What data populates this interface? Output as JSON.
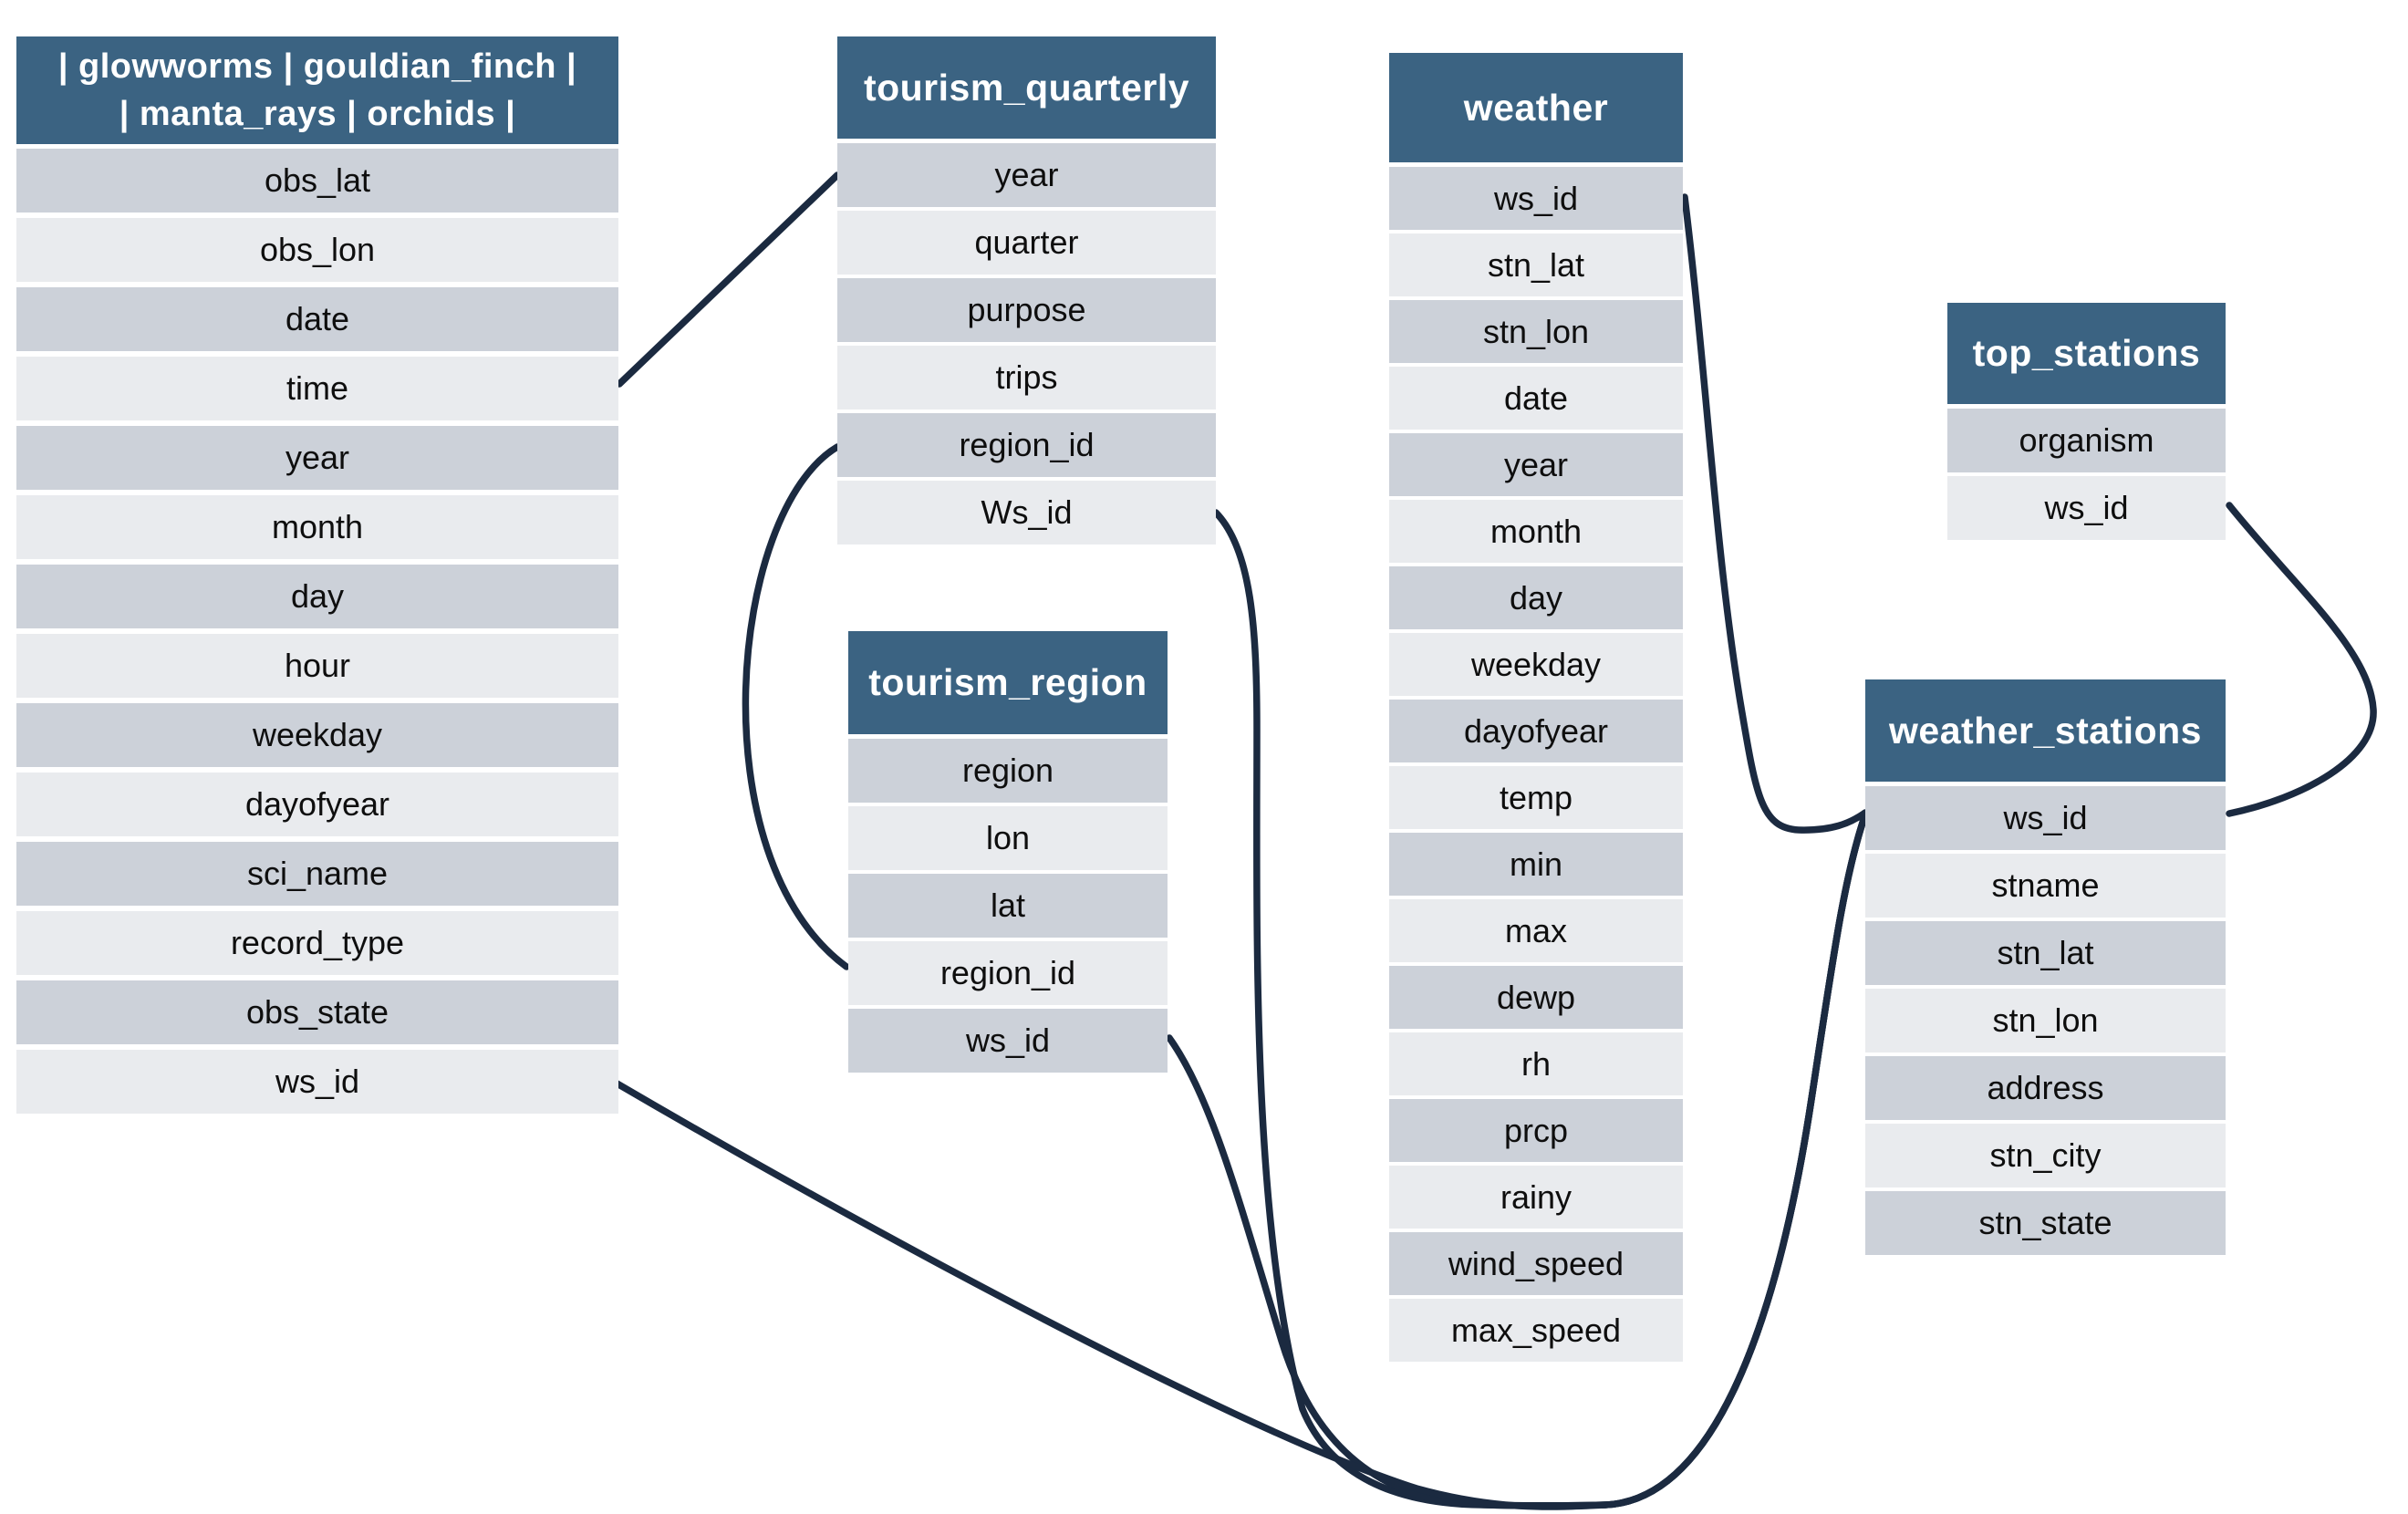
{
  "diagram": {
    "colors": {
      "background": "#ffffff",
      "header_bg": "#3b6382",
      "header_text": "#ffffff",
      "row_dark": "#ccd1d9",
      "row_light": "#e9ebee",
      "connector": "#1b2a40",
      "row_text": "#0e0e0e"
    },
    "tables": [
      {
        "id": "observations",
        "title_lines": [
          "| glowworms | gouldian_finch |",
          "| manta_rays | orchids |"
        ],
        "fields": [
          "obs_lat",
          "obs_lon",
          "date",
          "time",
          "year",
          "month",
          "day",
          "hour",
          "weekday",
          "dayofyear",
          "sci_name",
          "record_type",
          "obs_state",
          "ws_id"
        ]
      },
      {
        "id": "tourism_quarterly",
        "title_lines": [
          "tourism_quarterly"
        ],
        "fields": [
          "year",
          "quarter",
          "purpose",
          "trips",
          "region_id",
          "Ws_id"
        ]
      },
      {
        "id": "tourism_region",
        "title_lines": [
          "tourism_region"
        ],
        "fields": [
          "region",
          "lon",
          "lat",
          "region_id",
          "ws_id"
        ]
      },
      {
        "id": "weather",
        "title_lines": [
          "weather"
        ],
        "fields": [
          "ws_id",
          "stn_lat",
          "stn_lon",
          "date",
          "year",
          "month",
          "day",
          "weekday",
          "dayofyear",
          "temp",
          "min",
          "max",
          "dewp",
          "rh",
          "prcp",
          "rainy",
          "wind_speed",
          "max_speed"
        ]
      },
      {
        "id": "top_stations",
        "title_lines": [
          "top_stations"
        ],
        "fields": [
          "organism",
          "ws_id"
        ]
      },
      {
        "id": "weather_stations",
        "title_lines": [
          "weather_stations"
        ],
        "fields": [
          "ws_id",
          "stname",
          "stn_lat",
          "stn_lon",
          "address",
          "stn_city",
          "stn_state"
        ]
      }
    ],
    "relationships": [
      {
        "from": "observations.time",
        "to": "tourism_quarterly.year"
      },
      {
        "from": "tourism_quarterly.region_id",
        "to": "tourism_region.region_id"
      },
      {
        "from": "tourism_quarterly.Ws_id",
        "to": "weather_stations.ws_id"
      },
      {
        "from": "tourism_region.ws_id",
        "to": "weather_stations.ws_id"
      },
      {
        "from": "observations.ws_id",
        "to": "weather_stations.ws_id"
      },
      {
        "from": "weather.ws_id",
        "to": "weather_stations.ws_id"
      },
      {
        "from": "top_stations.ws_id",
        "to": "weather_stations.ws_id"
      }
    ]
  }
}
